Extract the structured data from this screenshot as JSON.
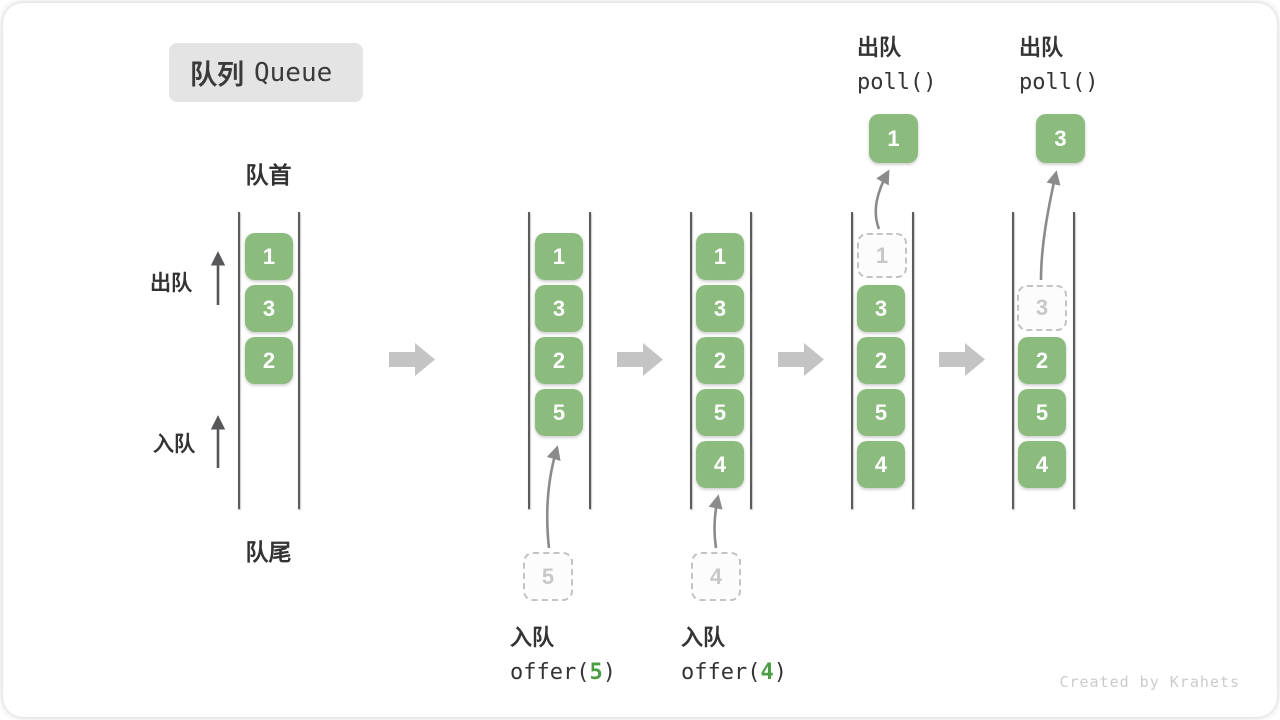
{
  "title": {
    "zh": "队列",
    "en": "Queue"
  },
  "labels": {
    "head": "队首",
    "tail": "队尾",
    "dequeue": "出队",
    "enqueue": "入队"
  },
  "watermark": "Created by Krahets",
  "colors": {
    "box_green": "#8cbb7e",
    "code_arg_green": "#4e9e45",
    "text_dark": "#343434",
    "block_arrow_gray": "#c4c4c4",
    "curve_arrow_gray": "#8b8b8b",
    "side_arrow_gray": "#57575a",
    "dashed_border": "#c3c3c3",
    "title_chip_bg": "#e4e4e4"
  },
  "states": [
    {
      "items": [
        "1",
        "3",
        "2"
      ]
    },
    {
      "items": [
        "1",
        "3",
        "2",
        "5"
      ],
      "staged_value": "5",
      "op_zh": "入队",
      "op_code_pre": "offer(",
      "op_code_arg": "5",
      "op_code_post": ")"
    },
    {
      "items": [
        "1",
        "3",
        "2",
        "5",
        "4"
      ],
      "staged_value": "4",
      "op_zh": "入队",
      "op_code_pre": "offer(",
      "op_code_arg": "4",
      "op_code_post": ")"
    },
    {
      "ghost_value": "1",
      "items": [
        "3",
        "2",
        "5",
        "4"
      ],
      "float_value": "1",
      "op_zh": "出队",
      "op_code": "poll()"
    },
    {
      "ghost_value": "3",
      "items": [
        "2",
        "5",
        "4"
      ],
      "float_value": "3",
      "op_zh": "出队",
      "op_code": "poll()"
    }
  ]
}
